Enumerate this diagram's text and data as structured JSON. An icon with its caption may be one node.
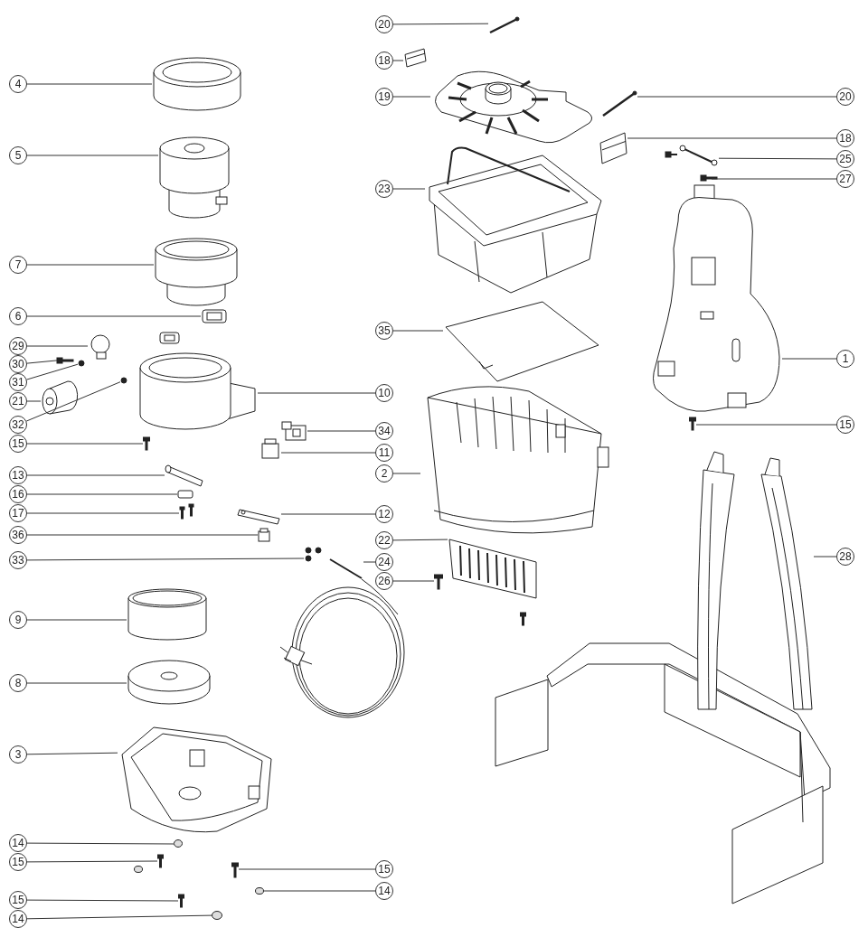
{
  "diagram": {
    "nodes": [
      {
        "text": [
          "20"
        ]
      },
      {
        "text": [
          "18"
        ]
      },
      {
        "text": [
          "4"
        ]
      },
      {
        "text": [
          "19"
        ]
      },
      {
        "text": [
          "20"
        ]
      },
      {
        "text": [
          "18"
        ]
      },
      {
        "text": [
          "5"
        ]
      },
      {
        "text": [
          "25"
        ]
      },
      {
        "text": [
          "27"
        ]
      },
      {
        "text": [
          "23"
        ]
      },
      {
        "text": [
          "7"
        ]
      },
      {
        "text": [
          "6"
        ]
      },
      {
        "text": [
          "35"
        ]
      },
      {
        "text": [
          "29"
        ]
      },
      {
        "text": [
          "1"
        ]
      },
      {
        "text": [
          "30"
        ]
      },
      {
        "text": [
          "31"
        ]
      },
      {
        "text": [
          "10"
        ]
      },
      {
        "text": [
          "21"
        ]
      },
      {
        "text": [
          "32"
        ]
      },
      {
        "text": [
          "15"
        ]
      },
      {
        "text": [
          "34"
        ]
      },
      {
        "text": [
          "15"
        ]
      },
      {
        "text": [
          "11"
        ]
      },
      {
        "text": [
          "2"
        ]
      },
      {
        "text": [
          "13"
        ]
      },
      {
        "text": [
          "16"
        ]
      },
      {
        "text": [
          "17"
        ]
      },
      {
        "text": [
          "12"
        ]
      },
      {
        "text": [
          "36"
        ]
      },
      {
        "text": [
          "22"
        ]
      },
      {
        "text": [
          "28"
        ]
      },
      {
        "text": [
          "33"
        ]
      },
      {
        "text": [
          "24"
        ]
      },
      {
        "text": [
          "26"
        ]
      },
      {
        "text": [
          "9"
        ]
      },
      {
        "text": [
          "8"
        ]
      },
      {
        "text": [
          "3"
        ]
      },
      {
        "text": [
          "14"
        ]
      },
      {
        "text": [
          "15"
        ]
      },
      {
        "text": [
          "15"
        ]
      },
      {
        "text": [
          "14"
        ]
      },
      {
        "text": [
          "15"
        ]
      },
      {
        "text": [
          "14"
        ]
      },
      {
        "text": [],
        "shape": "picture"
      },
      {
        "text": [],
        "shape": "picture"
      },
      {
        "text": [],
        "shape": "cylinder"
      },
      {
        "text": [],
        "shape": "picture"
      },
      {
        "text": [],
        "shape": "picture"
      },
      {
        "text": [],
        "shape": "picture"
      },
      {
        "text": [],
        "shape": "cylinder"
      },
      {
        "text": [],
        "shape": "picture"
      },
      {
        "text": [],
        "shape": "picture"
      },
      {
        "text": [],
        "shape": "picture"
      },
      {
        "text": [],
        "shape": "cylinder"
      },
      {
        "text": [],
        "shape": "picture"
      },
      {
        "text": [],
        "shape": "picture"
      },
      {
        "text": [],
        "shape": "circle"
      },
      {
        "text": [],
        "shape": "picture"
      },
      {
        "text": [],
        "shape": "picture"
      },
      {
        "text": [],
        "shape": "circle"
      },
      {
        "text": [],
        "shape": "cylinder"
      },
      {
        "text": [],
        "shape": "cylinder"
      },
      {
        "text": [],
        "shape": "circle"
      },
      {
        "text": [],
        "shape": "picture"
      },
      {
        "text": [],
        "shape": "picture"
      },
      {
        "text": [],
        "shape": "picture"
      },
      {
        "text": [],
        "shape": "box"
      },
      {
        "text": [],
        "shape": "picture"
      },
      {
        "text": [],
        "shape": "bar"
      },
      {
        "text": [],
        "shape": "box"
      },
      {
        "text": [],
        "shape": "picture"
      },
      {
        "text": [],
        "shape": "picture"
      },
      {
        "text": [],
        "shape": "box"
      },
      {
        "text": [],
        "shape": "picture"
      },
      {
        "text": [],
        "shape": "picture"
      },
      {
        "text": [],
        "shape": "picture"
      },
      {
        "text": [],
        "shape": "picture"
      },
      {
        "text": [],
        "shape": "picture"
      },
      {
        "text": [],
        "shape": "cylinder"
      },
      {
        "text": [],
        "shape": "picture"
      },
      {
        "text": [],
        "shape": "picture"
      },
      {
        "text": [],
        "shape": "circle"
      },
      {
        "text": [],
        "shape": "picture"
      },
      {
        "text": [],
        "shape": "picture"
      },
      {
        "text": [],
        "shape": "circle"
      },
      {
        "text": [],
        "shape": "picture"
      },
      {
        "text": [],
        "shape": "circle"
      }
    ],
    "edges": [
      {
        "from": 0,
        "to": 44,
        "arrow": "none"
      },
      {
        "from": 1,
        "to": 45,
        "arrow": "none"
      },
      {
        "from": 2,
        "to": 46,
        "arrow": "none"
      },
      {
        "from": 3,
        "to": 47,
        "arrow": "none"
      },
      {
        "from": 4,
        "to": 48,
        "arrow": "none"
      },
      {
        "from": 5,
        "to": 49,
        "arrow": "none"
      },
      {
        "from": 6,
        "to": 50,
        "arrow": "none"
      },
      {
        "from": 7,
        "to": 51,
        "arrow": "none"
      },
      {
        "from": 8,
        "to": 52,
        "arrow": "none"
      },
      {
        "from": 9,
        "to": 53,
        "arrow": "none"
      },
      {
        "from": 10,
        "to": 54,
        "arrow": "none"
      },
      {
        "from": 11,
        "to": 55,
        "arrow": "none"
      },
      {
        "from": 12,
        "to": 56,
        "arrow": "none"
      },
      {
        "from": 13,
        "to": 57,
        "arrow": "none"
      },
      {
        "from": 14,
        "to": 58,
        "arrow": "none"
      },
      {
        "from": 15,
        "to": 59,
        "arrow": "none"
      },
      {
        "from": 16,
        "to": 60,
        "arrow": "none"
      },
      {
        "from": 17,
        "to": 61,
        "arrow": "none"
      },
      {
        "from": 18,
        "to": 62,
        "arrow": "none"
      },
      {
        "from": 19,
        "to": 63,
        "arrow": "none"
      },
      {
        "from": 20,
        "to": 64,
        "arrow": "none"
      },
      {
        "from": 21,
        "to": 65,
        "arrow": "none"
      },
      {
        "from": 22,
        "to": 66,
        "arrow": "none"
      },
      {
        "from": 23,
        "to": 67,
        "arrow": "none"
      },
      {
        "from": 24,
        "to": 68,
        "arrow": "none"
      },
      {
        "from": 25,
        "to": 69,
        "arrow": "none"
      },
      {
        "from": 26,
        "to": 70,
        "arrow": "none"
      },
      {
        "from": 27,
        "to": 71,
        "arrow": "none"
      },
      {
        "from": 28,
        "to": 72,
        "arrow": "none"
      },
      {
        "from": 29,
        "to": 73,
        "arrow": "none"
      },
      {
        "from": 30,
        "to": 74,
        "arrow": "none"
      },
      {
        "from": 31,
        "to": 75,
        "arrow": "none"
      },
      {
        "from": 32,
        "to": 76,
        "arrow": "none"
      },
      {
        "from": 33,
        "to": 77,
        "arrow": "none"
      },
      {
        "from": 34,
        "to": 78,
        "arrow": "none"
      },
      {
        "from": 35,
        "to": 79,
        "arrow": "none"
      },
      {
        "from": 36,
        "to": 80,
        "arrow": "none"
      },
      {
        "from": 37,
        "to": 81,
        "arrow": "none"
      },
      {
        "from": 38,
        "to": 82,
        "arrow": "none"
      },
      {
        "from": 39,
        "to": 83,
        "arrow": "none"
      },
      {
        "from": 40,
        "to": 84,
        "arrow": "none"
      },
      {
        "from": 41,
        "to": 85,
        "arrow": "none"
      },
      {
        "from": 42,
        "to": 86,
        "arrow": "none"
      },
      {
        "from": 43,
        "to": 87,
        "arrow": "none"
      }
    ]
  }
}
